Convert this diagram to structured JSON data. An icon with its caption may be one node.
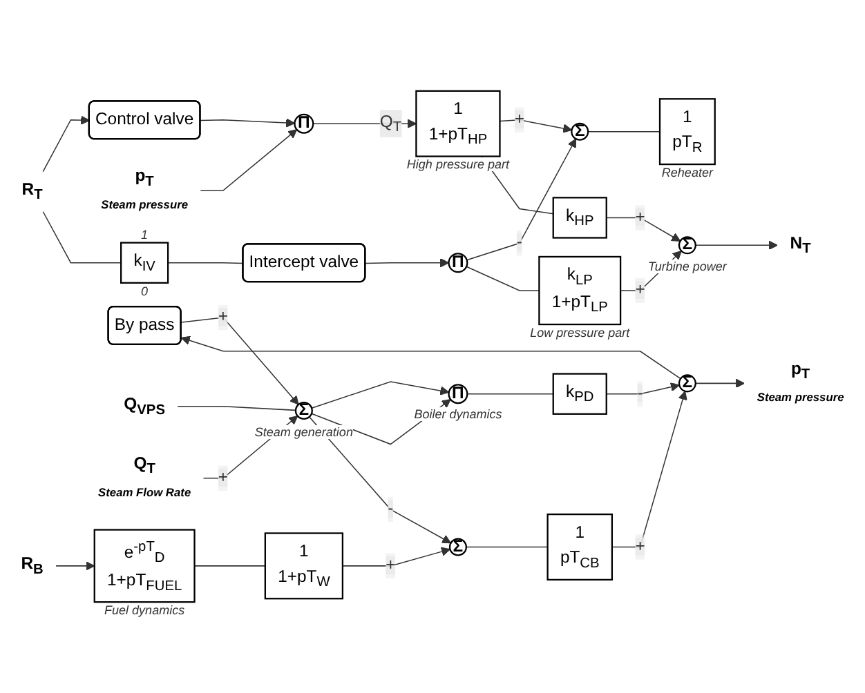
{
  "diagram": {
    "nodes": [
      {
        "text": [
          "R$_{T}$"
        ]
      },
      {
        "text": [
          "Control valve"
        ]
      },
      {
        "text": [
          "p$_{T}$"
        ],
        "beside": [
          "Steam pressure"
        ]
      },
      {
        "text": [
          "Π"
        ]
      },
      {
        "text": [
          "1",
          "1+pT$_{HP}$"
        ],
        "beside": [
          "High pressure part"
        ]
      },
      {
        "text": [
          "Σ"
        ]
      },
      {
        "text": [
          "1",
          "pT$_{R}$"
        ],
        "beside": [
          "Reheater"
        ]
      },
      {
        "text": [
          "k$_{HP}$"
        ]
      },
      {
        "text": [
          "Σ"
        ],
        "beside": [
          "Turbine power"
        ]
      },
      {
        "text": [
          "N$_{T}$"
        ]
      },
      {
        "text": [
          "k$_{IV}$"
        ],
        "beside": [
          "1",
          "0"
        ]
      },
      {
        "text": [
          "Intercept valve"
        ]
      },
      {
        "text": [
          "Π"
        ]
      },
      {
        "text": [
          "k$_{LP}$",
          "1+pT$_{LP}$"
        ],
        "beside": [
          "Low pressure part"
        ]
      },
      {
        "text": [
          "By pass"
        ]
      },
      {
        "text": [
          "Q$_{VPS}$"
        ]
      },
      {
        "text": [
          "Σ"
        ],
        "beside": [
          "Steam generation"
        ]
      },
      {
        "text": [
          "Q$_{T}$"
        ],
        "beside": [
          "Steam Flow Rate"
        ]
      },
      {
        "text": [
          "Π"
        ],
        "beside": [
          "Boiler dynamics"
        ]
      },
      {
        "text": [
          "k$_{PD}$"
        ]
      },
      {
        "text": [
          "R$_{B}$"
        ]
      },
      {
        "text": [
          "e$^{-pT}$$_{D}$",
          "1+pT$_{FUEL}$"
        ],
        "beside": [
          "Fuel dynamics"
        ]
      },
      {
        "text": [
          "1",
          "1+pT$_{W}$"
        ]
      },
      {
        "text": [
          "Σ"
        ]
      },
      {
        "text": [
          "1",
          "pT$_{CB}$"
        ]
      },
      {
        "text": [
          "Σ"
        ]
      },
      {
        "text": [
          "p$_{T}$"
        ],
        "beside": [
          "Steam pressure"
        ]
      }
    ],
    "edges": [
      {
        "from": 0,
        "to": 1,
        "arrow": "to"
      },
      {
        "from": 0,
        "to": 10,
        "arrow": "none"
      },
      {
        "from": 1,
        "to": 3,
        "arrow": "to"
      },
      {
        "from": 2,
        "to": 3,
        "arrow": "to"
      },
      {
        "from": 3,
        "to": 4,
        "arrow": "to",
        "label": "Q$_{T}$"
      },
      {
        "from": 4,
        "to": 5,
        "arrow": "to",
        "label": "+"
      },
      {
        "from": 4,
        "to": 7,
        "arrow": "none"
      },
      {
        "from": 5,
        "to": 6,
        "arrow": "none"
      },
      {
        "from": 7,
        "to": 8,
        "arrow": "to",
        "label": "+"
      },
      {
        "from": 10,
        "to": 11,
        "arrow": "none"
      },
      {
        "from": 11,
        "to": 12,
        "arrow": "to"
      },
      {
        "from": 12,
        "to": 5,
        "arrow": "to",
        "label": "-"
      },
      {
        "from": 12,
        "to": 13,
        "arrow": "none"
      },
      {
        "from": 13,
        "to": 8,
        "arrow": "to",
        "label": "+"
      },
      {
        "from": 8,
        "to": 9,
        "arrow": "to"
      },
      {
        "from": 15,
        "to": 16,
        "arrow": "none"
      },
      {
        "from": 14,
        "to": 16,
        "arrow": "to",
        "label": "+"
      },
      {
        "from": 17,
        "to": 16,
        "arrow": "to",
        "label": "+"
      },
      {
        "from": 16,
        "to": 18,
        "arrow": "to"
      },
      {
        "from": 16,
        "to": 18,
        "arrow": "to"
      },
      {
        "from": 16,
        "to": 23,
        "arrow": "to",
        "label": "-"
      },
      {
        "from": 18,
        "to": 19,
        "arrow": "none"
      },
      {
        "from": 19,
        "to": 25,
        "arrow": "to",
        "label": "-"
      },
      {
        "from": 20,
        "to": 21,
        "arrow": "to"
      },
      {
        "from": 21,
        "to": 22,
        "arrow": "none"
      },
      {
        "from": 22,
        "to": 23,
        "arrow": "to",
        "label": "+"
      },
      {
        "from": 23,
        "to": 24,
        "arrow": "none"
      },
      {
        "from": 24,
        "to": 25,
        "arrow": "to",
        "label": "+"
      },
      {
        "from": 25,
        "to": 26,
        "arrow": "to"
      },
      {
        "from": 25,
        "to": 14,
        "arrow": "to"
      }
    ]
  }
}
